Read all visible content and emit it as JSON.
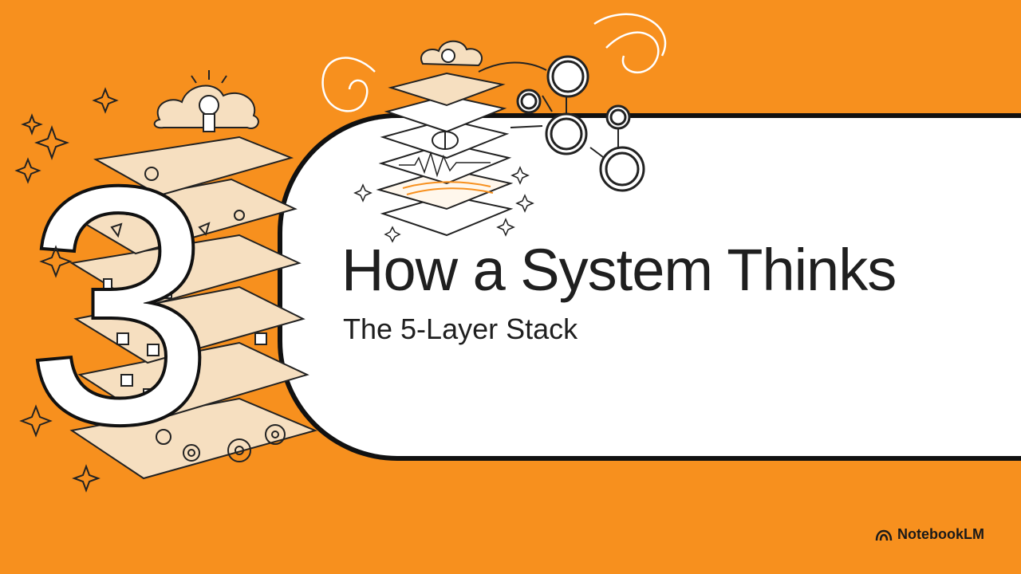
{
  "slide": {
    "number": "3",
    "title": "How a System Thinks",
    "subtitle": "The 5-Layer Stack"
  },
  "brand": {
    "label": "NotebookLM",
    "icon": "notebooklm-logo-icon"
  },
  "colors": {
    "background": "#f7901e",
    "card": "#ffffff",
    "ink": "#1f1f1f",
    "sketch": "#f6dfc0"
  }
}
